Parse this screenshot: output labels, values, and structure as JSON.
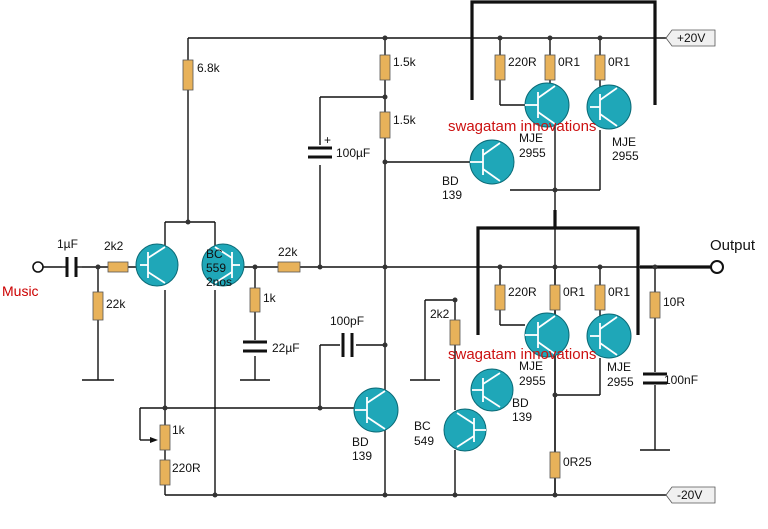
{
  "supply": {
    "positive": "+20V",
    "negative": "-20V"
  },
  "terminals": {
    "input": "Music",
    "output": "Output"
  },
  "watermark": "swagatam innovations",
  "resistors": {
    "r_6_8k": "6.8k",
    "r_1_5k_a": "1.5k",
    "r_1_5k_b": "1.5k",
    "r_220r_top": "220R",
    "r_0r1_top_a": "0R1",
    "r_0r1_top_b": "0R1",
    "r_2k2_in": "2k2",
    "r_22k_in": "22k",
    "r_22k_fb": "22k",
    "r_1k_mid": "1k",
    "r_220r_bot": "220R",
    "r_0r1_bot_a": "0R1",
    "r_0r1_bot_b": "0R1",
    "r_10r": "10R",
    "r_2k2_bias": "2k2",
    "r_0r25": "0R25",
    "pot_1k": "1k",
    "r_220r_low": "220R"
  },
  "capacitors": {
    "c_in": "1µF",
    "c_100uf": "100µF",
    "c_22uf": "22µF",
    "c_100pf": "100pF",
    "c_100nf": "100nF"
  },
  "transistors": {
    "q_bc559": "BC",
    "q_bc559_num": "559",
    "q_bc559_note": "2nos",
    "q_bd139_top": "BD",
    "q_bd139_top_num": "139",
    "q_mje_top_a": "MJE",
    "q_mje_top_a_num": "2955",
    "q_mje_top_b": "MJE",
    "q_mje_top_b_num": "2955",
    "q_bd139_vas": "BD",
    "q_bd139_vas_num": "139",
    "q_bc549": "BC",
    "q_bc549_num": "549",
    "q_bd139_bot": "BD",
    "q_bd139_bot_num": "139",
    "q_mje_bot_a": "MJE",
    "q_mje_bot_a_num": "2955",
    "q_mje_bot_b": "MJE",
    "q_mje_bot_b_num": "2955"
  }
}
